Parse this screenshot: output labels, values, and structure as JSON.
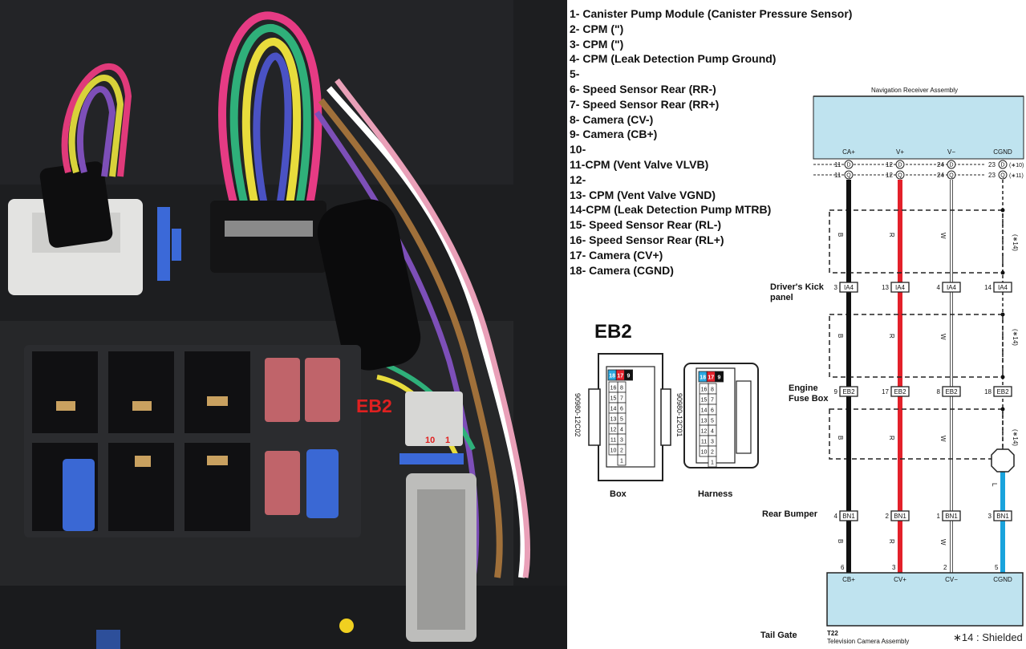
{
  "pin_list": [
    "1- Canister Pump Module (Canister Pressure Sensor)",
    "2- CPM (\")",
    "3- CPM (\")",
    "4- CPM (Leak Detection Pump Ground)",
    "5-",
    "6- Speed Sensor Rear (RR-)",
    "7- Speed Sensor Rear (RR+)",
    "8- Camera (CV-)",
    "9- Camera (CB+)",
    "10-",
    "11-CPM (Vent Valve VLVB)",
    "12-",
    "13- CPM (Vent Valve VGND)",
    "14-CPM (Leak Detection Pump MTRB)",
    "15- Speed Sensor Rear (RL-)",
    "16- Speed Sensor Rear (RL+)",
    "17- Camera (CV+)",
    "18- Camera (CGND)"
  ],
  "photo": {
    "eb2_label": "EB2",
    "pin_left": "10",
    "pin_right": "1"
  },
  "connector": {
    "title": "EB2",
    "box_label": "Box",
    "harness_label": "Harness",
    "box_part": "90980-12C02",
    "harness_part": "90980-12C01",
    "pins_top": [
      "18",
      "17",
      "9"
    ],
    "rows": [
      [
        "8",
        "7",
        "6",
        "5",
        "4",
        "3",
        "2",
        "1"
      ],
      [
        "16",
        "15",
        "14",
        "13",
        "12",
        "11",
        "10"
      ]
    ]
  },
  "schematic": {
    "receiver": "Navigation Receiver Assembly",
    "receiver_pins": [
      "CA+",
      "V+",
      "V−",
      "CGND"
    ],
    "pin_row1": [
      "11",
      "D",
      "12",
      "D",
      "24",
      "D",
      "23",
      "D",
      "(∗10)"
    ],
    "pin_row2": [
      "11",
      "Q",
      "12",
      "Q",
      "24",
      "Q",
      "23",
      "Q",
      "(∗11)"
    ],
    "wire_colors": [
      "B",
      "R",
      "W",
      "L"
    ],
    "shield_note": "(∗14)",
    "kick_label": "Driver's Kick panel",
    "kick_pins": [
      "3",
      "13",
      "4",
      "14"
    ],
    "kick_conn": "IA4",
    "fuse_label": "Engine Fuse Box",
    "fuse_pins": [
      "9",
      "17",
      "8",
      "18"
    ],
    "fuse_conn": "EB2",
    "bumper_label": "Rear Bumper",
    "bumper_pins": [
      "4",
      "2",
      "1",
      "3"
    ],
    "bumper_conn": "BN1",
    "cam_pins": [
      "6",
      "3",
      "2",
      "5"
    ],
    "cam_labels": [
      "CB+",
      "CV+",
      "CV−",
      "CGND"
    ],
    "tailgate_label": "Tail Gate",
    "cam_code": "T22",
    "cam_name": "Television Camera Assembly",
    "shield_legend": "∗14 : Shielded"
  },
  "colors": {
    "black": "#111111",
    "red": "#e3202a",
    "blue": "#1aa3dc",
    "panel": "#bfe3ef"
  }
}
